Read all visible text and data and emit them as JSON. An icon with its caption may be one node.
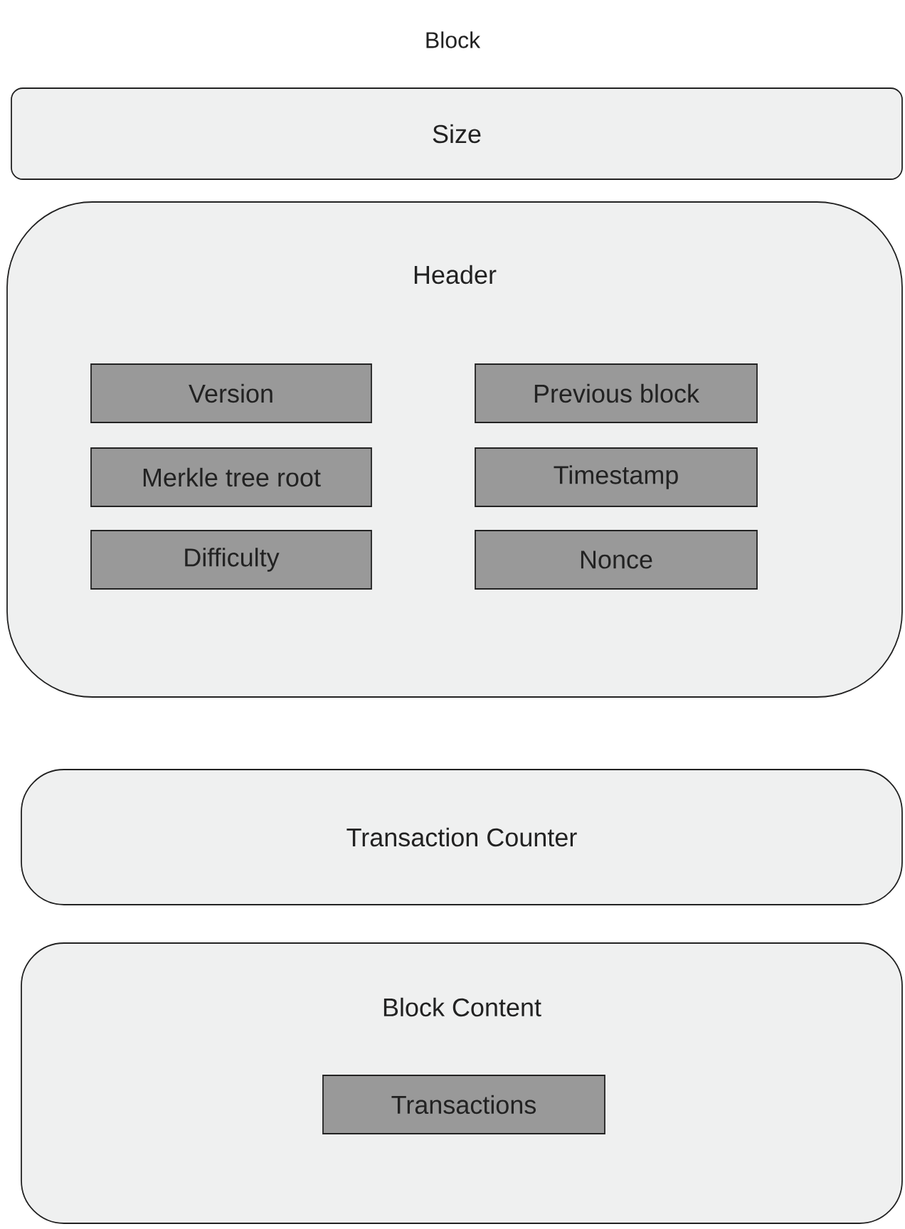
{
  "diagram": {
    "title": "Block",
    "nodes": [
      {
        "text": [
          "Size"
        ]
      },
      {
        "text": [
          "Header"
        ]
      },
      {
        "text": [
          "Version"
        ],
        "in": 1
      },
      {
        "text": [
          "Previous block"
        ],
        "in": 1
      },
      {
        "text": [
          "Merkle tree root"
        ],
        "in": 1
      },
      {
        "text": [
          "Timestamp"
        ],
        "in": 1
      },
      {
        "text": [
          "Difficulty"
        ],
        "in": 1
      },
      {
        "text": [
          "Nonce"
        ],
        "in": 1
      },
      {
        "text": [
          "Transaction Counter"
        ]
      },
      {
        "text": [
          "Block Content"
        ]
      },
      {
        "text": [
          "Transactions"
        ],
        "in": 9
      }
    ]
  }
}
